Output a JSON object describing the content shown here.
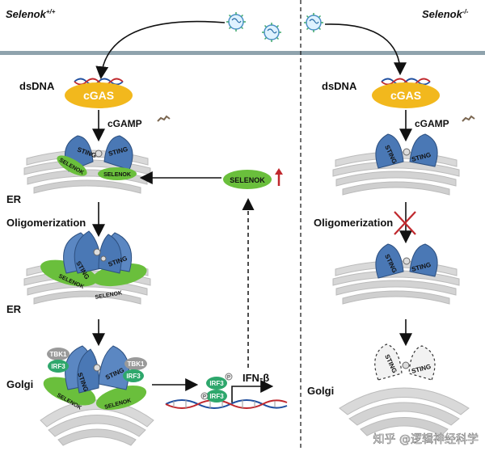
{
  "panels": {
    "left": {
      "genotype": "Selenok",
      "superscript": "+/+"
    },
    "right": {
      "genotype": "Selenok",
      "superscript": "-/-"
    }
  },
  "labels": {
    "dsdna": "dsDNA",
    "cgas": "cGAS",
    "cgamp": "cGAMP",
    "sting": "STING",
    "selenok_small": "SELENOK",
    "selenok_feedback": "SELENOK",
    "er": "ER",
    "oligomerization": "Oligomerization",
    "golgi": "Golgi",
    "tbk1": "TBK1",
    "irf3": "IRF3",
    "phospho": "P",
    "ifn": "IFN-β"
  },
  "colors": {
    "cgas": "#f2b81d",
    "sting": "#4a78b5",
    "selenok": "#6abf3c",
    "irf3": "#2ea76c",
    "tbk1": "#9a9a9a",
    "organelle": "#d9d9d9",
    "membrane": "#8fa3ad",
    "up_arrow": "#c0282d",
    "blocked_x": "#c0282d"
  },
  "watermark": "知乎 @逻辑神经科学"
}
